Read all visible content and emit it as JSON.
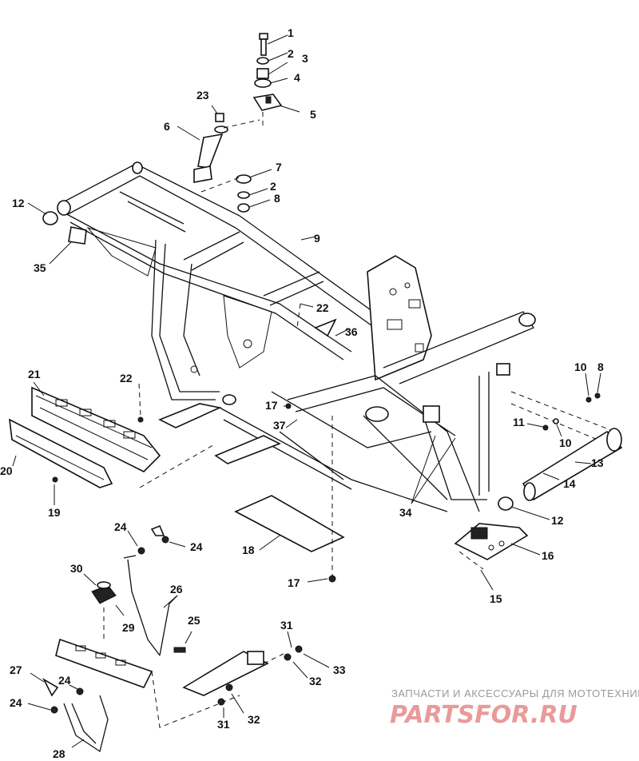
{
  "diagram": {
    "part_labels": [
      "1",
      "2",
      "3",
      "4",
      "5",
      "23",
      "6",
      "7",
      "2",
      "8",
      "12",
      "9",
      "35",
      "22",
      "36",
      "21",
      "22",
      "10",
      "8",
      "17",
      "37",
      "11",
      "10",
      "13",
      "20",
      "34",
      "14",
      "12",
      "19",
      "16",
      "18",
      "24",
      "24",
      "15",
      "30",
      "26",
      "17",
      "29",
      "25",
      "31",
      "27",
      "33",
      "24",
      "32",
      "24",
      "31",
      "32",
      "28"
    ]
  },
  "watermark": {
    "caption": "ЗАПЧАСТИ И АКСЕССУАРЫ ДЛЯ МОТОТЕХНИКИ",
    "logo": "PARTSFOR.RU"
  },
  "colors": {
    "line": "#111111",
    "watermark_text": "#9a9a9a",
    "watermark_logo": "#e99a9a"
  }
}
